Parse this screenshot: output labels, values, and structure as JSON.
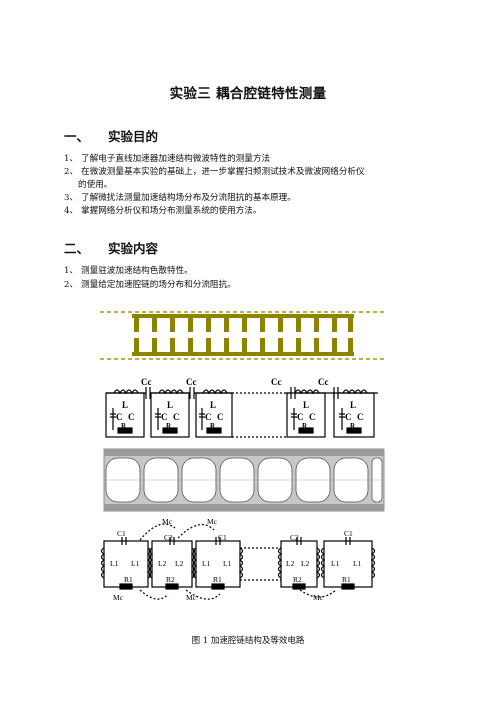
{
  "title": "实验三   耦合腔链特性测量",
  "section1": {
    "num": "一、",
    "heading": "实验目的",
    "items": [
      {
        "n": "1、",
        "text": "了解电子直线加速器加速结构微波特性的测量方法"
      },
      {
        "n": "2、",
        "text": "在微波测量基本实验的基础上，进一步掌握扫频测试技术及微波网络分析仪",
        "cont": "的使用。"
      },
      {
        "n": "3、",
        "text": "了解微扰法测量加速结构场分布及分流阻抗的基本原理。"
      },
      {
        "n": "4、",
        "text": "掌握网络分析仪和场分布测量系统的使用方法。"
      }
    ]
  },
  "section2": {
    "num": "二、",
    "heading": "实验内容",
    "items": [
      {
        "n": "1、",
        "text": "测量驻波加速结构色散特性。"
      },
      {
        "n": "2、",
        "text": "测量给定加速腔链的场分布和分流阻抗。"
      }
    ]
  },
  "figure": {
    "caption": "图 1  加速腔链结构及等效电路",
    "circuit1": {
      "cc": "Cc",
      "l": "L",
      "c": "C",
      "r": "R"
    },
    "circuit2": {
      "c1": "C1",
      "c2": "C2",
      "l1": "L1",
      "l2": "L2",
      "r1": "R1",
      "r2": "R2",
      "mc": "Mc"
    }
  }
}
